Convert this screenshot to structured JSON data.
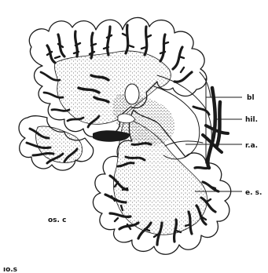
{
  "figure": {
    "labels": {
      "bl": "bl",
      "hil": "hil.",
      "ra": "r.a.",
      "es": "e. s.",
      "osc": "os. c",
      "bottom_partial": "ıo.s"
    },
    "ink_color": "#1a1a1a",
    "stipple_color": "#333333",
    "paper_color": "#ffffff"
  }
}
